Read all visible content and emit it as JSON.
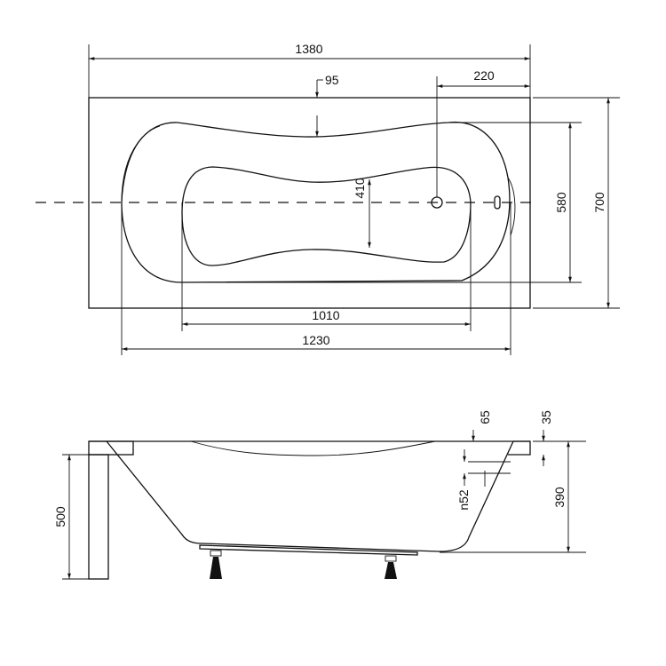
{
  "title": "Bathtub technical drawing",
  "top_view": {
    "dims": {
      "overall_length": "1380",
      "drain_offset": "220",
      "rim_width": "95",
      "inner_width": "410",
      "bowl_width": "580",
      "overall_width": "700",
      "inner_length": "1010",
      "bowl_length": "1230"
    }
  },
  "side_view": {
    "dims": {
      "total_height": "500",
      "tub_depth": "390",
      "rim_thickness": "65",
      "rim_step": "35",
      "overflow": "n52"
    }
  }
}
